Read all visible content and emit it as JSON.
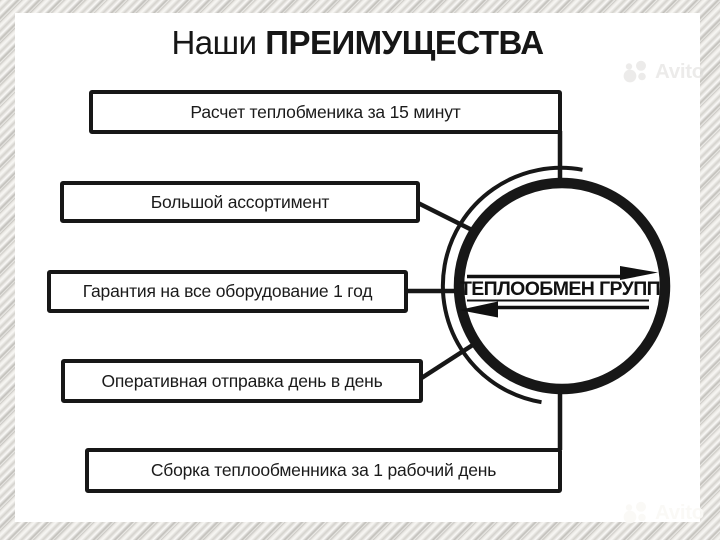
{
  "title": {
    "regular": "Наши",
    "bold": "ПРЕИМУЩЕСТВА"
  },
  "advantages": [
    "Расчет теплобменика за 15 минут",
    "Большой ассортимент",
    "Гарантия на все оборудование 1 год",
    "Оперативная отправка день в день",
    "Сборка теплообменника за 1 рабочий день"
  ],
  "logo": {
    "company": "ТЕПЛООБМЕН ГРУПП"
  },
  "watermark": {
    "label": "Avito"
  },
  "colors": {
    "ink": "#171717",
    "background": "#ffffff",
    "frame_stripe_dark": "#bfbdb8",
    "frame_stripe_light": "#f8f7f4",
    "watermark_bottom": "#faf9f6",
    "watermark_top": "#dddcd9"
  }
}
